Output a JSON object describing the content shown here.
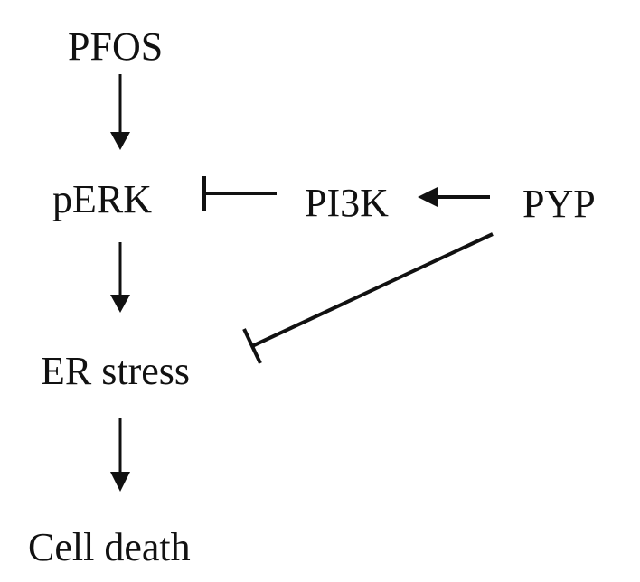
{
  "nodes": {
    "pfos": "PFOS",
    "perk": "pERK",
    "pi3k": "PI3K",
    "pyp": "PYP",
    "er_stress": "ER stress",
    "cell_death": "Cell death"
  },
  "edges": [
    {
      "from": "PFOS",
      "to": "pERK",
      "type": "activation"
    },
    {
      "from": "pERK",
      "to": "ER stress",
      "type": "activation"
    },
    {
      "from": "ER stress",
      "to": "Cell death",
      "type": "activation"
    },
    {
      "from": "PYP",
      "to": "PI3K",
      "type": "activation"
    },
    {
      "from": "PI3K",
      "to": "pERK",
      "type": "inhibition"
    },
    {
      "from": "PYP",
      "to": "ER stress",
      "type": "inhibition"
    }
  ],
  "colors": {
    "text": "#111111",
    "line": "#111111",
    "background": "#ffffff"
  }
}
